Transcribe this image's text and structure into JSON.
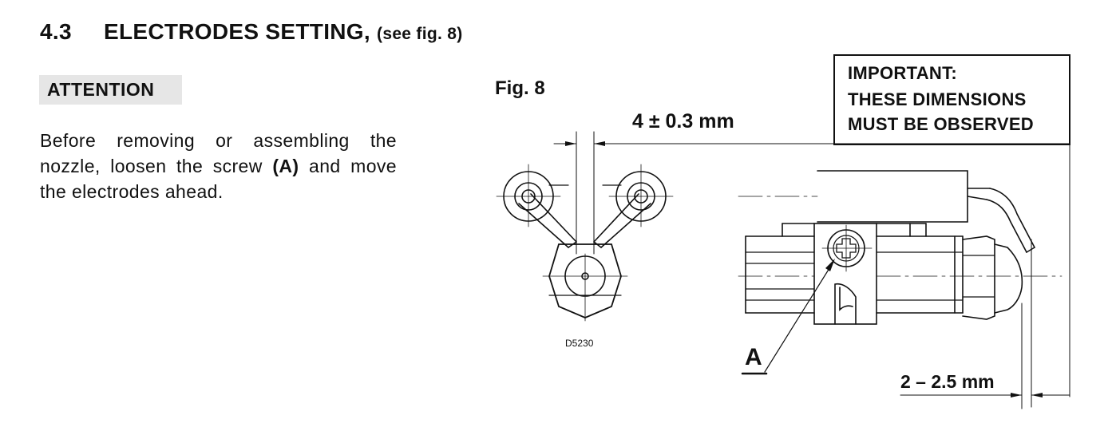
{
  "section": {
    "number": "4.3",
    "title": "ELECTRODES SETTING,",
    "ref": "(see fig. 8)"
  },
  "attention": {
    "label": "ATTENTION",
    "text_before": "Before removing or assembling the nozzle, loosen the screw ",
    "text_bold": "(A)",
    "text_after": " and move the electrodes ahead."
  },
  "figure": {
    "label": "Fig. 8",
    "code": "D5230",
    "dimension_top": "4 ± 0.3 mm",
    "dimension_bottom": "2 – 2.5 mm",
    "label_a": "A"
  },
  "important": {
    "line1": "IMPORTANT:",
    "line2": "THESE  DIMENSIONS",
    "line3": "MUST BE OBSERVED"
  }
}
